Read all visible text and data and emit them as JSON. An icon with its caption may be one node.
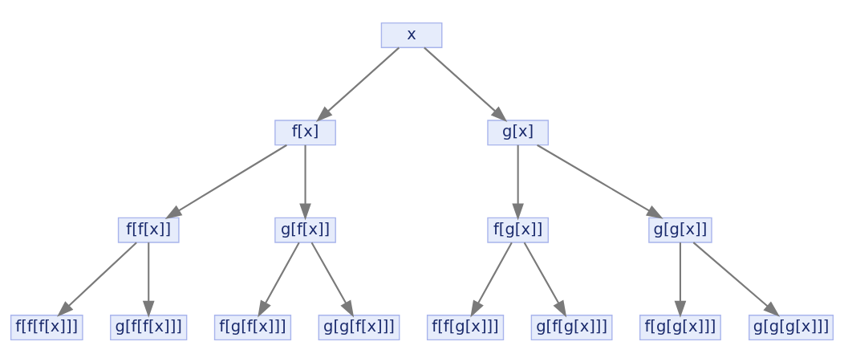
{
  "diagram": {
    "nodes": [
      {
        "text": [
          "x"
        ]
      },
      {
        "text": [
          "f[x]"
        ]
      },
      {
        "text": [
          "g[x]"
        ]
      },
      {
        "text": [
          "f[f[x]]"
        ]
      },
      {
        "text": [
          "g[f[x]]"
        ]
      },
      {
        "text": [
          "f[g[x]]"
        ]
      },
      {
        "text": [
          "g[g[x]]"
        ]
      },
      {
        "text": [
          "f[f[f[x]]]"
        ]
      },
      {
        "text": [
          "g[f[f[x]]]"
        ]
      },
      {
        "text": [
          "f[g[f[x]]]"
        ]
      },
      {
        "text": [
          "g[g[f[x]]]"
        ]
      },
      {
        "text": [
          "f[f[g[x]]]"
        ]
      },
      {
        "text": [
          "g[f[g[x]]]"
        ]
      },
      {
        "text": [
          "f[g[g[x]]]"
        ]
      },
      {
        "text": [
          "g[g[g[x]]]"
        ]
      }
    ],
    "edges": [
      {
        "from": 0,
        "to": 1,
        "arrow": "to"
      },
      {
        "from": 0,
        "to": 2,
        "arrow": "to"
      },
      {
        "from": 1,
        "to": 3,
        "arrow": "to"
      },
      {
        "from": 1,
        "to": 4,
        "arrow": "to"
      },
      {
        "from": 2,
        "to": 5,
        "arrow": "to"
      },
      {
        "from": 2,
        "to": 6,
        "arrow": "to"
      },
      {
        "from": 3,
        "to": 7,
        "arrow": "to"
      },
      {
        "from": 3,
        "to": 8,
        "arrow": "to"
      },
      {
        "from": 4,
        "to": 9,
        "arrow": "to"
      },
      {
        "from": 4,
        "to": 10,
        "arrow": "to"
      },
      {
        "from": 5,
        "to": 11,
        "arrow": "to"
      },
      {
        "from": 5,
        "to": 12,
        "arrow": "to"
      },
      {
        "from": 6,
        "to": 13,
        "arrow": "to"
      },
      {
        "from": 6,
        "to": 14,
        "arrow": "to"
      }
    ]
  }
}
